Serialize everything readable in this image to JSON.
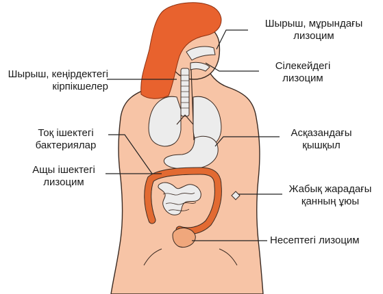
{
  "diagram": {
    "colors": {
      "skin": "#f7c4a6",
      "skin_outline": "#3a2a22",
      "hair": "#e8622e",
      "organ": "#ececec",
      "colon": "#e26a32",
      "bladder": "#f0a77c",
      "leader": "#222222"
    },
    "labels": {
      "mucus_nose": {
        "line1": "Шырыш, мұрындағы",
        "line2": "лизоцим"
      },
      "saliva": {
        "line1": "Сілекейдегі",
        "line2": "лизоцим"
      },
      "bronchi": {
        "line1": "Шырыш, кеңірдектегі",
        "line2": "кірпікшелер"
      },
      "colon_bacteria": {
        "line1": "Тоқ ішектегі",
        "line2": "бактериялар"
      },
      "stomach_acid": {
        "line1": "Асқазандағы",
        "line2": "қышқыл"
      },
      "small_intestine": {
        "line1": "Ащы ішектегі",
        "line2": "лизоцим"
      },
      "wound": {
        "line1": "Жабық жарадағы",
        "line2": "қанның ұюы"
      },
      "urine": {
        "line1": "Несептегі лизоцим"
      }
    }
  }
}
